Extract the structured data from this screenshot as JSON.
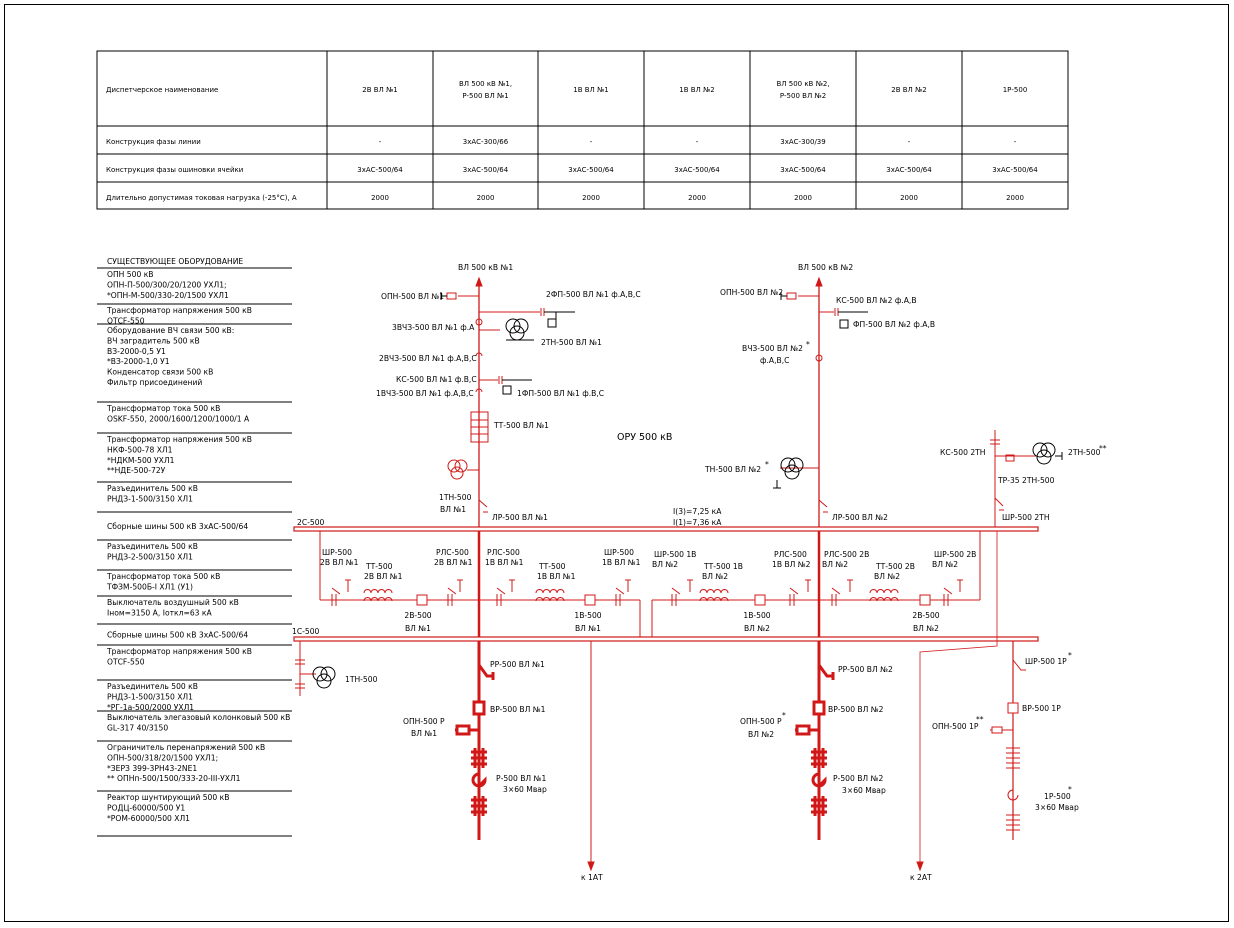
{
  "table": {
    "row_headers": [
      "Диспетчерское наименование",
      "Конструкция фазы линии",
      "Конструкция фазы ошиновки ячейки",
      "Длительно допустимая токовая нагрузка (-25°С), А"
    ],
    "columns": [
      {
        "name": [
          "2В ВЛ №1"
        ],
        "line": "-",
        "bus": "3хАС-500/64",
        "current": "2000"
      },
      {
        "name": [
          "ВЛ 500 кВ №1,",
          "Р-500 ВЛ №1"
        ],
        "line": "3хАС-300/66",
        "bus": "3хАС-500/64",
        "current": "2000"
      },
      {
        "name": [
          "1В ВЛ №1"
        ],
        "line": "-",
        "bus": "3хАС-500/64",
        "current": "2000"
      },
      {
        "name": [
          "1В ВЛ №2"
        ],
        "line": "-",
        "bus": "3хАС-500/64",
        "current": "2000"
      },
      {
        "name": [
          "ВЛ 500 кВ №2,",
          "Р-500 ВЛ №2"
        ],
        "line": "3хАС-300/39",
        "bus": "3хАС-500/64",
        "current": "2000"
      },
      {
        "name": [
          "2В ВЛ №2"
        ],
        "line": "-",
        "bus": "3хАС-500/64",
        "current": "2000"
      },
      {
        "name": [
          "1Р-500"
        ],
        "line": "-",
        "bus": "3хАС-500/64",
        "current": "2000"
      }
    ]
  },
  "legend": {
    "title": "СУЩЕСТВУЮЩЕЕ ОБОРУДОВАНИЕ",
    "cells": [
      [
        "ОПН 500 кВ",
        "ОПН-П-500/300/20/1200 УХЛ1;",
        "*ОПН-М-500/330-20/1500 УХЛ1"
      ],
      [
        "Трансформатор напряжения 500 кВ",
        "ОТСF-550"
      ],
      [
        "Оборудование ВЧ связи 500 кВ:",
        "ВЧ заградитель 500 кВ",
        "ВЗ-2000-0,5 У1",
        "*ВЗ-2000-1,0 У1",
        "Конденсатор связи 500 кВ",
        "Фильтр присоединений"
      ],
      [
        "Трансформатор тока 500 кВ",
        "OSKF-550, 2000/1600/1200/1000/1 А"
      ],
      [
        "Трансформатор напряжения 500 кВ",
        "НКФ-500-78 ХЛ1",
        "*НДКМ-500 УХЛ1",
        "**НДЕ-500-72У"
      ],
      [
        "Разъединитель 500 кВ",
        "РНДЗ-1-500/3150 ХЛ1"
      ],
      [
        "Сборные шины 500 кВ 3хАС-500/64"
      ],
      [
        "Разъединитель 500 кВ",
        "РНДЗ-2-500/3150 ХЛ1"
      ],
      [
        "Трансформатор тока 500 кВ",
        "ТФЗМ-500Б-I ХЛ1 (У1)"
      ],
      [
        "Выключатель воздушный 500 кВ",
        "Iном=3150 А, Iоткл=63 кА"
      ],
      [
        "Сборные шины 500 кВ 3хАС-500/64"
      ],
      [
        "Трансформатор напряжения 500 кВ",
        "ОТСF-550"
      ],
      [
        "Разъединитель 500 кВ",
        "РНДЗ-1-500/3150 ХЛ1",
        "*РГ-1а-500/2000 УХЛ1"
      ],
      [
        "Выключатель элегазовый колонковый 500 кВ",
        "GL-317 40/3150"
      ],
      [
        "Ограничитель перенапряжений 500 кВ",
        "ОПН-500/318/20/1500 УХЛ1;",
        "*ЗЕРЗ 399-3РН43-2NE1",
        "** ОПНп-500/1500/333-20-III-УХЛ1"
      ],
      [
        "Реактор шунтирующий 500 кВ",
        "РОДЦ-60000/500 У1",
        "*РОМ-60000/500 ХЛ1"
      ]
    ]
  },
  "diagram": {
    "label_vl1": "ВЛ 500 кВ №1",
    "label_vl2": "ВЛ 500 кВ №2",
    "oru": "ОРУ 500 кВ",
    "bus2": "2С-500",
    "bus1": "1С-500",
    "sc1": "I(3)=7,25 кА",
    "sc2": "I(1)=7,36 кА",
    "to1": "к 1АТ",
    "to2": "к 2АТ",
    "l_opn_vl1": "ОПН-500 ВЛ №1",
    "l_2fp_vl1": "2ФП-500 ВЛ №1 ф.А,В,С",
    "l_3vchz": "3ВЧЗ-500 ВЛ №1 ф.А",
    "l_2tn_vl1": "2ТН-500 ВЛ №1",
    "l_2vchz": "2ВЧЗ-500 ВЛ №1 ф.А,В,С",
    "l_ks_vl1": "КС-500 ВЛ №1 ф.В,С",
    "l_1vchz": "1ВЧЗ-500 ВЛ №1 ф.А,В,С",
    "l_1fp_vl1": "1ФП-500 ВЛ №1 ф.В,С",
    "l_tt_vl1": "ТТ-500 ВЛ №1",
    "l_1tn_a": "1ТН-500",
    "l_1tn_b": "ВЛ №1",
    "l_lr_vl1": "ЛР-500 ВЛ №1",
    "l_opn_vl2": "ОПН-500 ВЛ №2",
    "l_ks_vl2": "КС-500 ВЛ №2 ф.А,В",
    "l_fp_vl2": "ФП-500 ВЛ №2 ф.А,В",
    "l_vchz2_a": "ВЧЗ-500 ВЛ №2",
    "l_vchz2_b": "ф.А,В,С",
    "l_tn_vl2": "ТН-500 ВЛ №2",
    "l_lr_vl2": "ЛР-500 ВЛ №2",
    "l_ks_2tn": "КС-500 2ТН",
    "l_2tn": "2ТН-500",
    "l_tr35": "ТР-35 2ТН-500",
    "l_shr_2tn": "ШР-500 2ТН",
    "star": "*",
    "star2": "**",
    "cell": [
      [
        "ШР-500",
        "2В ВЛ №1"
      ],
      [
        "ТТ-500",
        "2В ВЛ №1"
      ],
      [
        "РЛС-500",
        "2В ВЛ №1"
      ],
      [
        "РЛС-500",
        "1В ВЛ №1"
      ],
      [
        "ТТ-500",
        "1В ВЛ №1"
      ],
      [
        "ШР-500",
        "1В ВЛ №1"
      ],
      [
        "ШР-500 1В",
        "ВЛ №2"
      ],
      [
        "ТТ-500 1В",
        "ВЛ №2"
      ],
      [
        "РЛС-500",
        "1В ВЛ №2"
      ],
      [
        "РЛС-500 2В",
        "ВЛ №2"
      ],
      [
        "ТТ-500 2В",
        "ВЛ №2"
      ],
      [
        "ШР-500 2В",
        "ВЛ №2"
      ]
    ],
    "brk": [
      [
        "2В-500",
        "ВЛ №1"
      ],
      [
        "1В-500",
        "ВЛ №1"
      ],
      [
        "1В-500",
        "ВЛ №2"
      ],
      [
        "2В-500",
        "ВЛ №2"
      ]
    ],
    "l_1tn500": "1ТН-500",
    "l_rr1": "РР-500 ВЛ №1",
    "l_vr1": "ВР-500 ВЛ №1",
    "l_opnp1_a": "ОПН-500 Р",
    "l_opnp1_b": "ВЛ №1",
    "l_p1": "Р-500 ВЛ №1",
    "l_mvar": "3×60 Мвар",
    "l_rr2": "РР-500 ВЛ №2",
    "l_vr2": "ВР-500 ВЛ №2",
    "l_opnp2_a": "ОПН-500 Р",
    "l_opnp2_b": "ВЛ №2",
    "l_p2": "Р-500 ВЛ №2",
    "l_shr1p": "ШР-500 1Р",
    "l_vr1p": "ВР-500 1Р",
    "l_opn1p": "ОПН-500 1Р",
    "l_1p": "1Р-500"
  }
}
